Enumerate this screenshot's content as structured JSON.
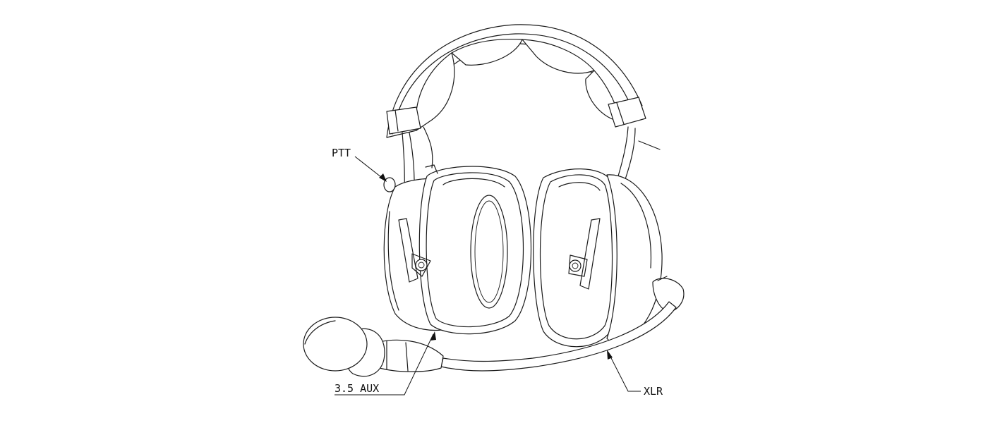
{
  "labels": {
    "ptt": "PTT",
    "aux": "3.5 AUX",
    "xlr": "XLR"
  }
}
